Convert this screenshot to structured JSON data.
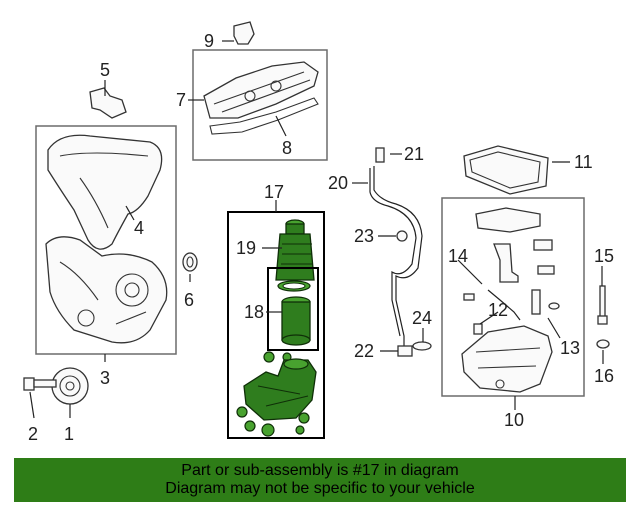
{
  "diagram": {
    "callouts": {
      "c1": "1",
      "c2": "2",
      "c3": "3",
      "c4": "4",
      "c5": "5",
      "c6": "6",
      "c7": "7",
      "c8": "8",
      "c9": "9",
      "c10": "10",
      "c11": "11",
      "c12": "12",
      "c13": "13",
      "c14": "14",
      "c15": "15",
      "c16": "16",
      "c17": "17",
      "c18": "18",
      "c19": "19",
      "c20": "20",
      "c21": "21",
      "c22": "22",
      "c23": "23",
      "c24": "24"
    },
    "highlight_color": "#2f7d1e"
  },
  "banner": {
    "line1": "Part or sub-assembly is #17 in diagram",
    "line2": "Diagram may not be specific to your vehicle",
    "background": "#2e7d17"
  }
}
